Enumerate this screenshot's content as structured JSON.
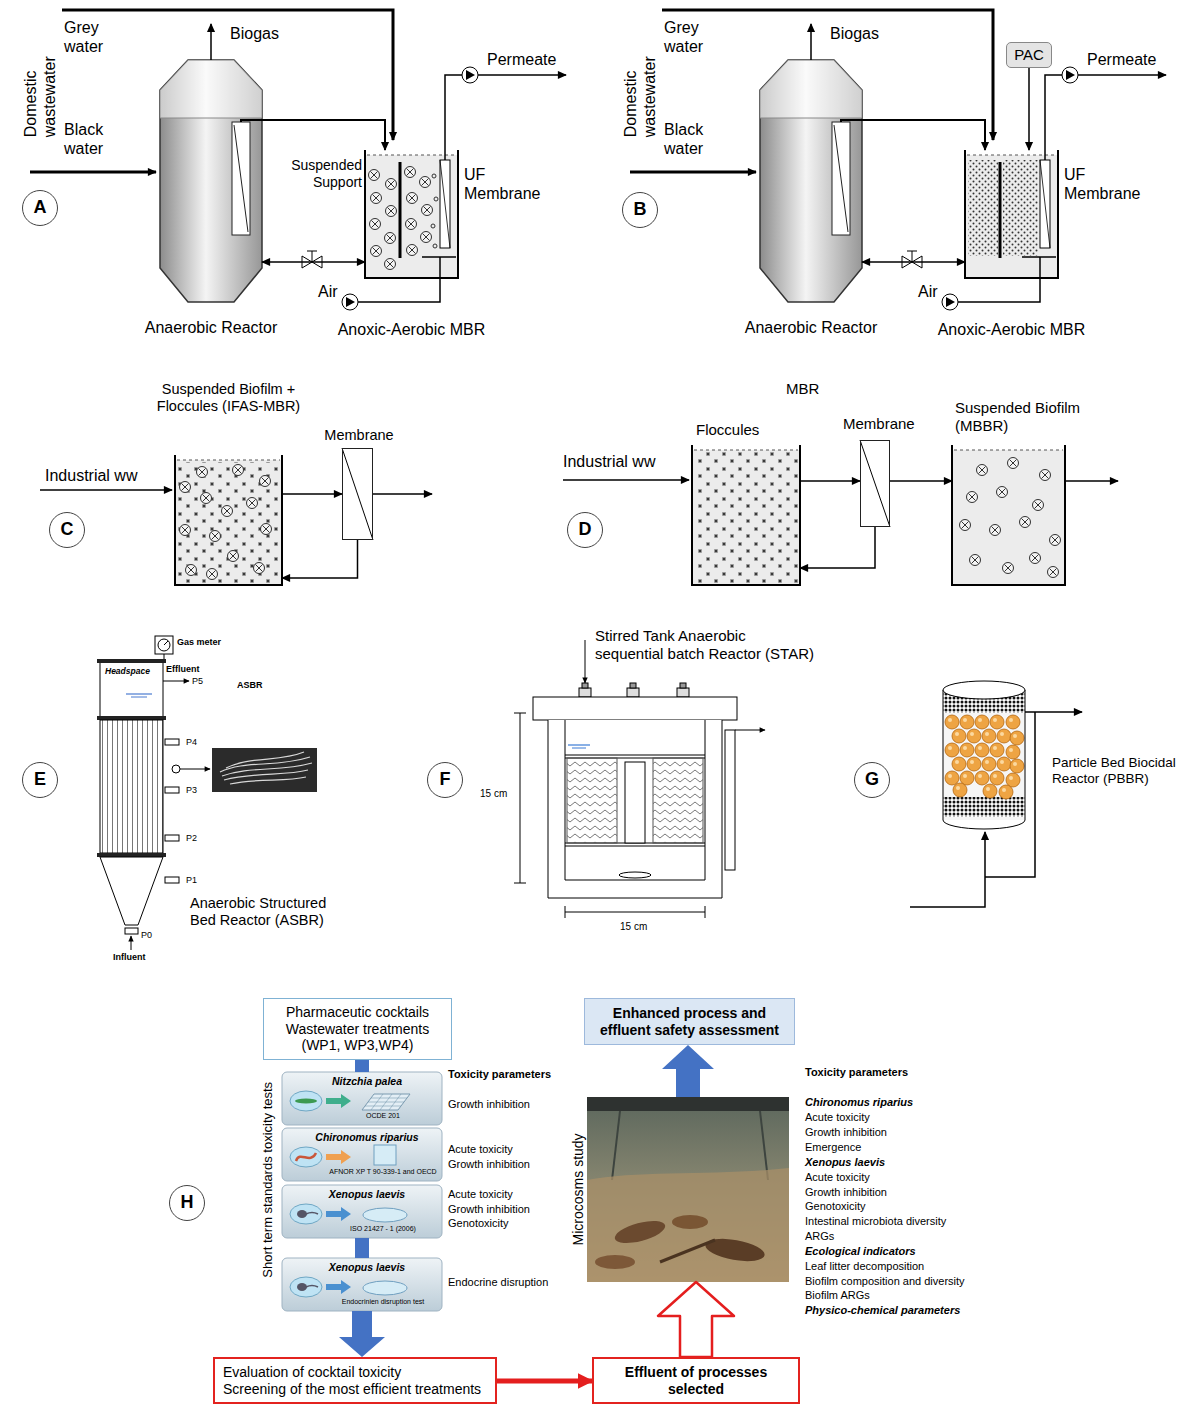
{
  "diagram": {
    "nodes": [
      {
        "text": [
          "A"
        ]
      },
      {
        "text": [
          "Anaerobic Reactor"
        ]
      },
      {
        "text": [
          "Anoxic-Aerobic MBR"
        ]
      },
      {
        "text": [
          "B"
        ]
      },
      {
        "text": [
          "PAC"
        ]
      },
      {
        "text": [
          "Anaerobic Reactor"
        ]
      },
      {
        "text": [
          "Anoxic-Aerobic MBR"
        ]
      },
      {
        "text": [
          "C"
        ]
      },
      {
        "text": [
          "Suspended Biofilm + Floccules (IFAS-MBR)"
        ]
      },
      {
        "text": [
          "Membrane"
        ]
      },
      {
        "text": [
          "D"
        ]
      },
      {
        "text": [
          "Floccules"
        ]
      },
      {
        "text": [
          "Membrane"
        ]
      },
      {
        "text": [
          "Suspended Biofilm (MBBR)"
        ]
      },
      {
        "text": [
          "E"
        ]
      },
      {
        "text": [
          "Anaerobic Structured Bed Reactor (ASBR)"
        ]
      },
      {
        "text": [
          "F"
        ]
      },
      {
        "text": [
          "Stirred Tank Anaerobic sequential batch Reactor (STAR)"
        ]
      },
      {
        "text": [
          "G"
        ]
      },
      {
        "text": [
          "Particle Bed Biocidal Reactor (PBBR)"
        ]
      },
      {
        "text": [
          "H"
        ]
      },
      {
        "text": [
          "Pharmaceutic cocktails Wastewater treatments (WP1, WP3,WP4)"
        ]
      },
      {
        "text": [
          "Nitzchia palea",
          "OCDE 201"
        ]
      },
      {
        "text": [
          "Chironomus riparius",
          "AFNOR XP T 90-339-1 and OECD"
        ]
      },
      {
        "text": [
          "Xenopus laevis",
          "ISO 21427 - 1 (2006)"
        ]
      },
      {
        "text": [
          "Xenopus laevis",
          "Endocrinien disruption test"
        ]
      },
      {
        "text": [
          "Evaluation of cocktail toxicity",
          "Screening of the most efficient treatments"
        ]
      },
      {
        "text": [
          "Effluent of processes selected"
        ]
      },
      {
        "text": [
          "Microcosms study"
        ]
      },
      {
        "text": [
          "Enhanced process and effluent safety assessment"
        ]
      }
    ],
    "edges": [
      {
        "from": 1,
        "to": 2,
        "arrow": "to"
      },
      {
        "from": 1,
        "to": 2,
        "arrow": "both"
      },
      {
        "from": 4,
        "to": 6,
        "arrow": "to"
      },
      {
        "from": 5,
        "to": 6,
        "arrow": "to"
      },
      {
        "from": 5,
        "to": 6,
        "arrow": "both"
      },
      {
        "from": 8,
        "to": 9,
        "arrow": "to"
      },
      {
        "from": 9,
        "to": 8,
        "arrow": "to"
      },
      {
        "from": 11,
        "to": 12,
        "arrow": "to"
      },
      {
        "from": 12,
        "to": 11,
        "arrow": "to"
      },
      {
        "from": 12,
        "to": 13,
        "arrow": "to"
      },
      {
        "from": 21,
        "to": 22,
        "arrow": "none"
      },
      {
        "from": 24,
        "to": 25,
        "arrow": "none"
      },
      {
        "from": 25,
        "to": 26,
        "arrow": "to"
      },
      {
        "from": 26,
        "to": 27,
        "arrow": "to"
      },
      {
        "from": 27,
        "to": 28,
        "arrow": "to"
      },
      {
        "from": 28,
        "to": 29,
        "arrow": "to"
      }
    ],
    "labels": [
      "Domestic wastewater",
      "Grey water",
      "Black water",
      "Biogas",
      "Permeate",
      "Suspended Support",
      "UF Membrane",
      "Air",
      "Domestic wastewater",
      "Grey water",
      "Black water",
      "Biogas",
      "Permeate",
      "UF Membrane",
      "Air",
      "Industrial ww",
      "MBR",
      "Industrial ww",
      "Gas meter",
      "Effluent",
      "Headspace",
      "ASBR",
      "P5",
      "P4",
      "P3",
      "P2",
      "P1",
      "P0",
      "Influent",
      "15 cm",
      "15 cm",
      "Short term standards toxicity tests",
      "Toxicity parameters",
      "Growth inhibition",
      "Acute toxicity",
      "Growth inhibition",
      "Acute toxicity",
      "Growth inhibition",
      "Genotoxicity",
      "Endocrine disruption",
      "Toxicity parameters",
      "Chironomus riparius",
      "Acute toxicity",
      "Growth inhibition",
      "Emergence",
      "Xenopus laevis",
      "Acute toxicity",
      "Growth inhibition",
      "Genotoxicity",
      "Intestinal microbiota diversity",
      "ARGs",
      "Ecological indicators",
      "Leaf litter decomposition",
      "Biofilm composition and diversity",
      "Biofilm ARGs",
      "Physico-chemical parameters"
    ]
  }
}
